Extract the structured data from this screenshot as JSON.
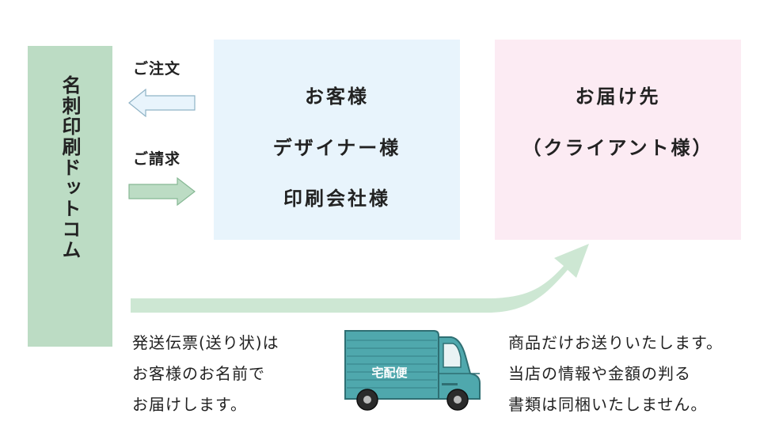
{
  "company": {
    "name": "名刺印刷ドットコム"
  },
  "arrows": {
    "order_label": "ご注文",
    "billing_label": "ご請求"
  },
  "customer": {
    "lines": [
      "お客様",
      "デザイナー様",
      "印刷会社様"
    ]
  },
  "delivery": {
    "lines": [
      "お届け先",
      "（クライアント様）"
    ]
  },
  "truck": {
    "label": "宅配便"
  },
  "notes": {
    "left": [
      "発送伝票(送り状)は",
      "お客様のお名前で",
      "お届けします。"
    ],
    "right": [
      "商品だけお送りいたします。",
      "当店の情報や金額の判る",
      "書類は同梱いたしません。"
    ]
  },
  "colors": {
    "company_bg": "#bcdcc4",
    "customer_bg": "#e8f4fc",
    "delivery_bg": "#fcebf3",
    "order_arrow": "#e8f4fc",
    "billing_arrow": "#bcdcc4",
    "flow_arrow": "#cde7d3",
    "truck_body": "#4fa8ad"
  }
}
